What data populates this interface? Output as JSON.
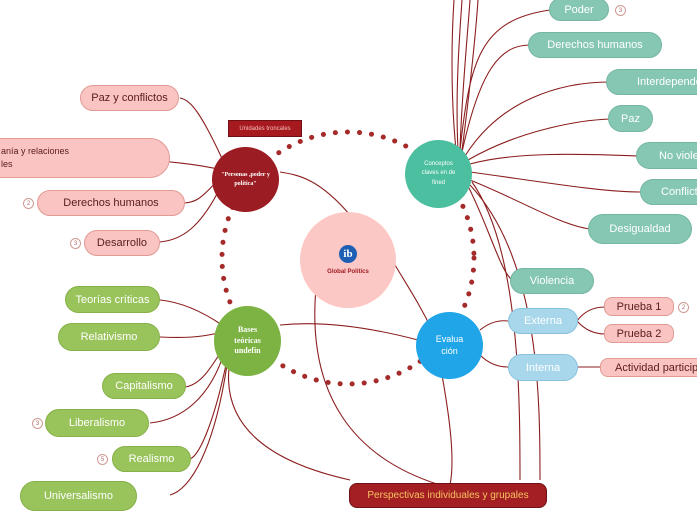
{
  "center": {
    "label": "Global Politics",
    "logo": "ib"
  },
  "hubs": {
    "personas": {
      "label": "\"Personas ,poder y política\"",
      "tag": "Unidades troncales"
    },
    "conceptos": {
      "label": "Conceptos claves en de fined"
    },
    "evaluacion": {
      "label": "Evalua ción"
    },
    "bases": {
      "label": "Bases teóricas undefin"
    }
  },
  "personas_items": [
    {
      "label": "Paz y conflictos",
      "badge": ""
    },
    {
      "label": "anía y relaciones\nles",
      "badge": ""
    },
    {
      "label": "Derechos humanos",
      "badge": "2"
    },
    {
      "label": "Desarrollo",
      "badge": "3"
    }
  ],
  "conceptos_items": [
    {
      "label": "Poder",
      "badge": "3"
    },
    {
      "label": "Derechos humanos",
      "badge": ""
    },
    {
      "label": "Interdepende",
      "badge": ""
    },
    {
      "label": "Paz",
      "badge": ""
    },
    {
      "label": "No viole",
      "badge": ""
    },
    {
      "label": "Conflict",
      "badge": ""
    },
    {
      "label": "Desigualdad",
      "badge": ""
    },
    {
      "label": "Violencia",
      "badge": ""
    }
  ],
  "evaluacion_items": {
    "externa": {
      "label": "Externa",
      "children": [
        {
          "label": "Prueba 1",
          "badge": "2"
        },
        {
          "label": "Prueba 2",
          "badge": ""
        }
      ]
    },
    "interna": {
      "label": "Interna",
      "children": [
        {
          "label": "Actividad particip",
          "badge": ""
        }
      ]
    }
  },
  "bases_items": [
    {
      "label": "Teorías críticas",
      "badge": ""
    },
    {
      "label": "Relativismo",
      "badge": ""
    },
    {
      "label": "Capitalismo",
      "badge": ""
    },
    {
      "label": "Liberalismo",
      "badge": "3"
    },
    {
      "label": "Realismo",
      "badge": "5"
    },
    {
      "label": "Universalismo",
      "badge": ""
    }
  ],
  "footer": {
    "label": "Perspectivas individuales y grupales"
  },
  "colors": {
    "branch": "#8b1e1e",
    "dots": "#a52a2a",
    "personas_hub": "#9b1c22",
    "conceptos_hub": "#4bbf9f",
    "evaluacion_hub": "#1fa5e8",
    "bases_hub": "#7cb342",
    "center_hub": "#fcc8c6"
  }
}
